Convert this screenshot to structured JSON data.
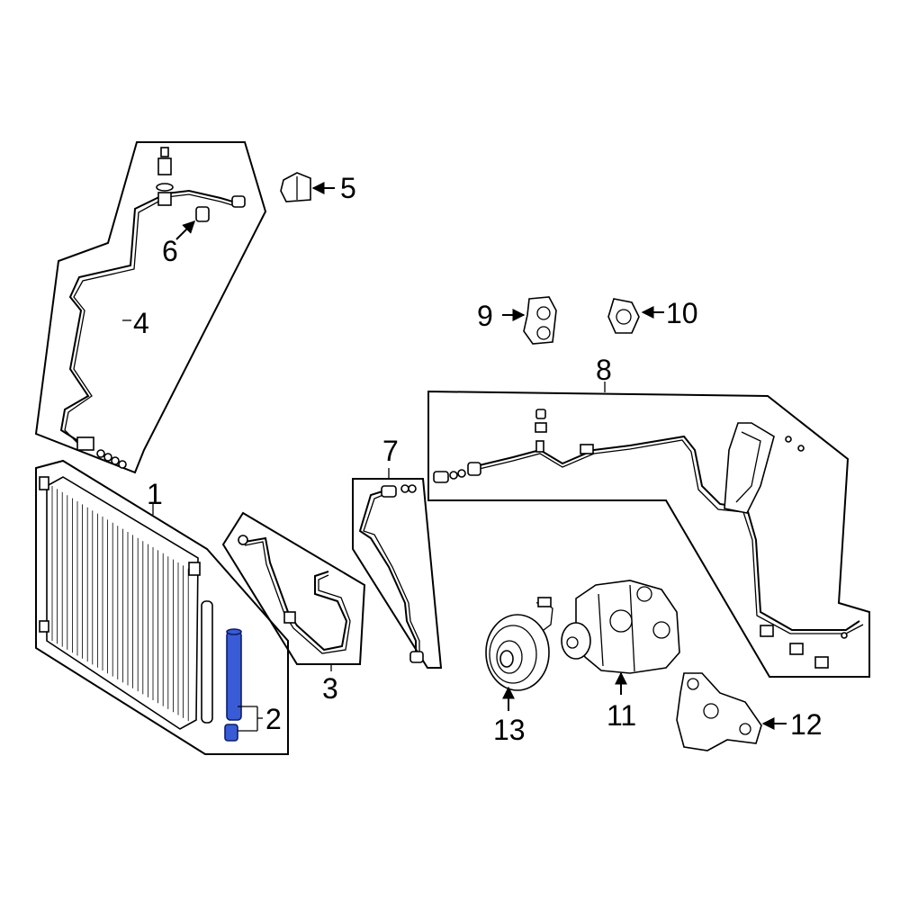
{
  "callouts": {
    "c1": "1",
    "c2": "2",
    "c3": "3",
    "c4": "4",
    "c5": "5",
    "c6": "6",
    "c7": "7",
    "c8": "8",
    "c9": "9",
    "c10": "10",
    "c11": "11",
    "c12": "12",
    "c13": "13"
  },
  "colors": {
    "line": "#000000",
    "highlight": "#3a5bd6",
    "background": "#ffffff"
  }
}
